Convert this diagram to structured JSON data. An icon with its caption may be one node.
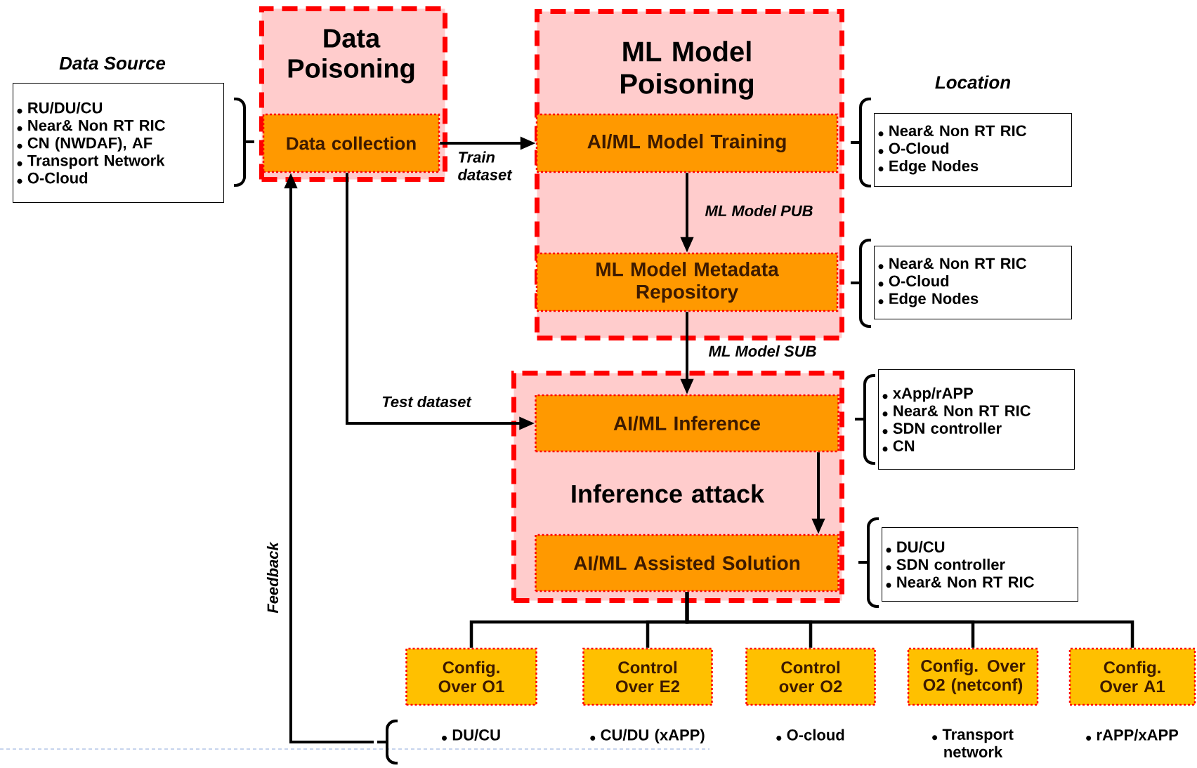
{
  "diagram": {
    "nodes": [
      {
        "text": [
          "Data Poisoning"
        ]
      },
      {
        "text": [
          "Data collection"
        ],
        "in": 0
      },
      {
        "text": [
          "ML Model Poisoning"
        ]
      },
      {
        "text": [
          "AI/ML Model Training"
        ],
        "in": 2
      },
      {
        "text": [
          "ML Model Metadata Repository"
        ],
        "in": 2
      },
      {
        "text": [
          "Inference attack"
        ]
      },
      {
        "text": [
          "AI/ML Inference"
        ],
        "in": 5
      },
      {
        "text": [
          "AI/ML Assisted Solution"
        ],
        "in": 5
      },
      {
        "text": [
          "Config. Over O1"
        ],
        "beside": [
          "DU/CU"
        ]
      },
      {
        "text": [
          "Control Over E2"
        ],
        "beside": [
          "CU/DU (xAPP)"
        ]
      },
      {
        "text": [
          "Control over O2"
        ],
        "beside": [
          "O-cloud"
        ]
      },
      {
        "text": [
          "Config. Over O2 (netconf)"
        ],
        "beside": [
          "Transport network"
        ]
      },
      {
        "text": [
          "Config. Over A1"
        ],
        "beside": [
          "rAPP/xAPP"
        ]
      },
      {
        "text": [
          "Data Source",
          "RU/DU/CU",
          "Near& Non RT RIC",
          "CN (NWDAF), AF",
          "Transport Network",
          "O-Cloud"
        ]
      },
      {
        "text": [
          "Location",
          "Near& Non RT RIC",
          "O-Cloud",
          "Edge Nodes"
        ]
      },
      {
        "text": [
          "Near& Non RT RIC",
          "O-Cloud",
          "Edge Nodes"
        ]
      },
      {
        "text": [
          "xApp/rAPP",
          "Near& Non RT RIC",
          "SDN controller",
          "CN"
        ]
      },
      {
        "text": [
          "DU/CU",
          "SDN controller",
          "Near& Non RT RIC"
        ]
      }
    ],
    "edges": [
      {
        "from": 1,
        "to": 3,
        "arrow": "to",
        "label": "Train dataset"
      },
      {
        "from": 3,
        "to": 4,
        "arrow": "to",
        "label": "ML Model PUB"
      },
      {
        "from": 4,
        "to": 6,
        "arrow": "to",
        "label": "ML Model SUB"
      },
      {
        "from": 1,
        "to": 6,
        "arrow": "to",
        "label": "Test dataset"
      },
      {
        "from": 6,
        "to": 7,
        "arrow": "to"
      },
      {
        "from": 7,
        "to": 8,
        "arrow": "none"
      },
      {
        "from": 7,
        "to": 9,
        "arrow": "none"
      },
      {
        "from": 7,
        "to": 10,
        "arrow": "none"
      },
      {
        "from": 7,
        "to": 11,
        "arrow": "none"
      },
      {
        "from": 7,
        "to": 12,
        "arrow": "none"
      },
      {
        "from": null,
        "to": 1,
        "arrow": "to",
        "label": "Feedback"
      }
    ]
  }
}
